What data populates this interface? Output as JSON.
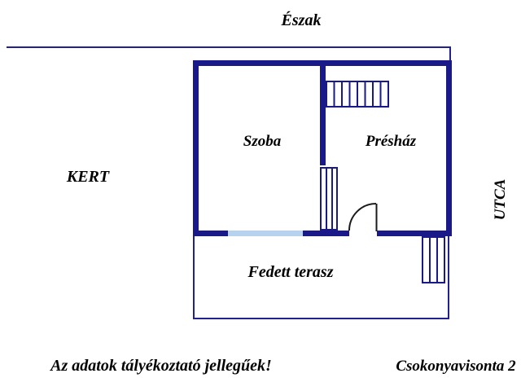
{
  "plan": {
    "north_label": "Észak",
    "surroundings": {
      "garden": "KERT",
      "street": "UTCA"
    },
    "rooms": {
      "room": "Szoba",
      "press_house": "Présház",
      "terrace": "Fedett terasz"
    },
    "footer": {
      "disclaimer": "Az adatok tályékoztató jellegűek!",
      "location": "Csokonyavisonta 2"
    }
  },
  "colors": {
    "wall": "#191989",
    "thin_line": "#21218f",
    "window": "#b5d3ee",
    "door": "#1a1a1a",
    "text": "#000000",
    "background": "#ffffff"
  },
  "icons": {
    "door": "quarter-circle-door-swing",
    "stairs_top": "hatched-stair-run",
    "jamb": "triple-line-jamb",
    "stairs_right": "hatched-stair-run"
  }
}
